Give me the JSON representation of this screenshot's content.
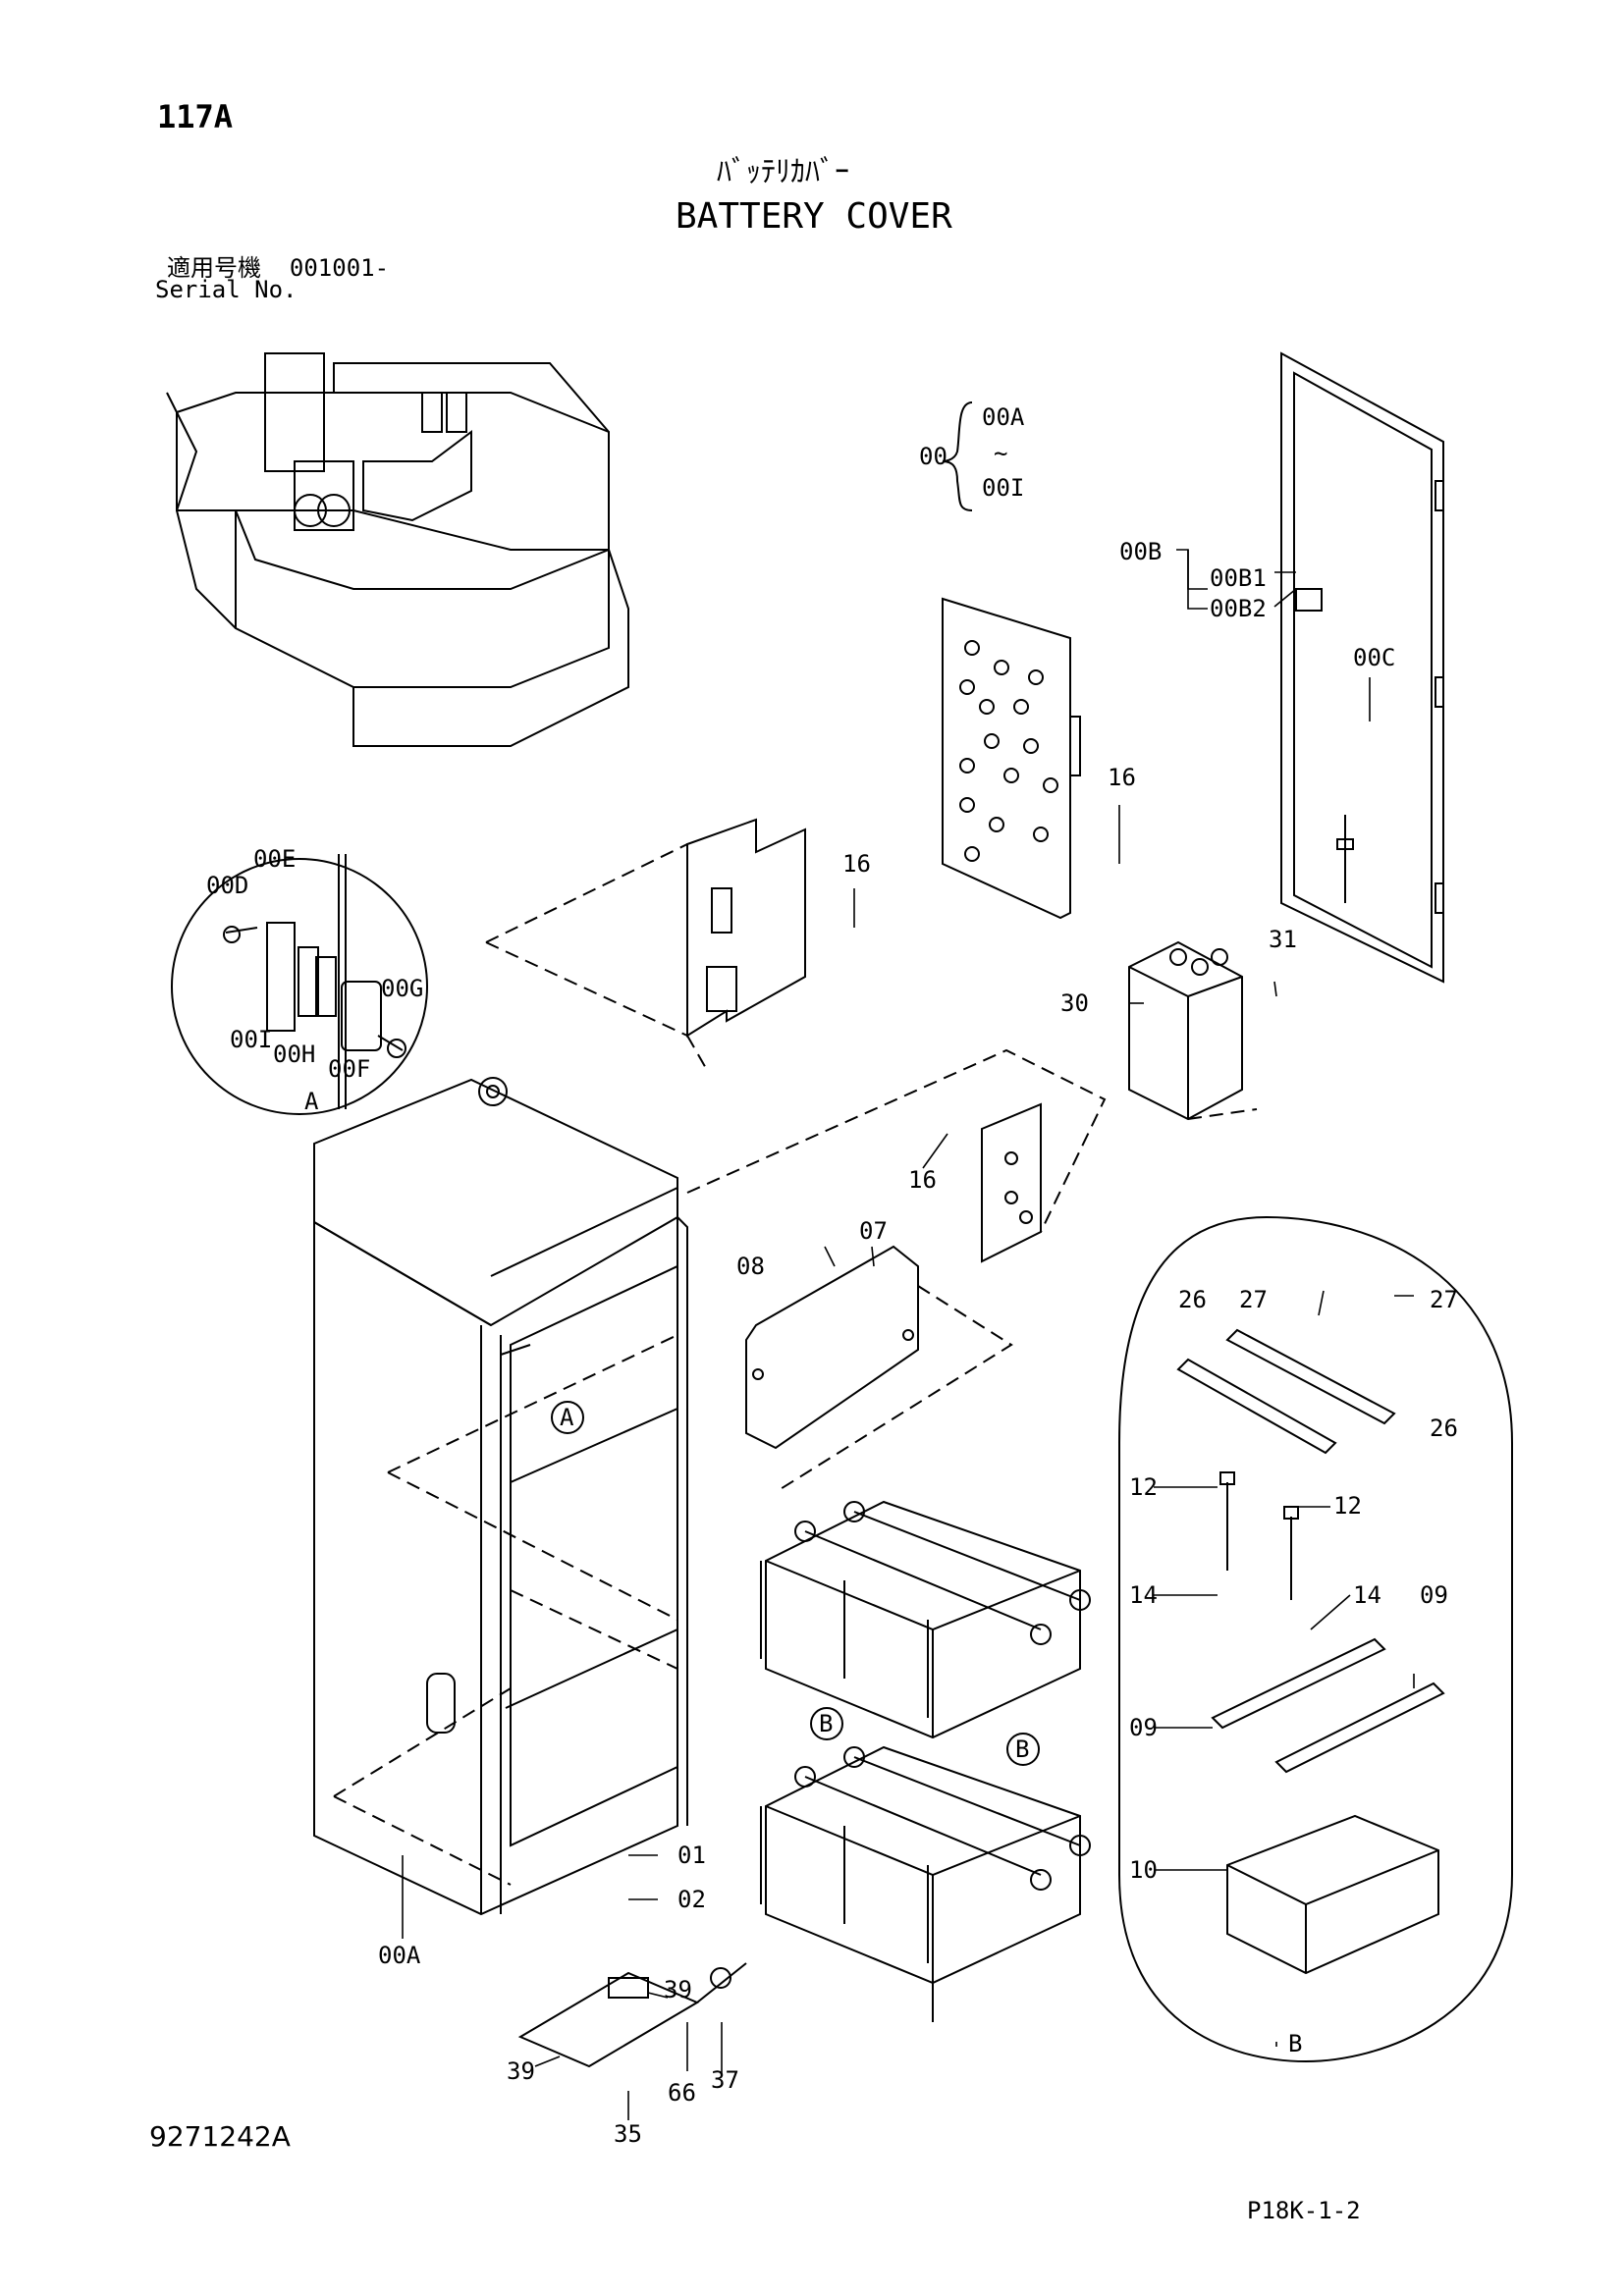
{
  "header": {
    "page_number": "117A",
    "title_jp": "ﾊﾞｯﾃﾘｶﾊﾞｰ",
    "title_en": "BATTERY COVER",
    "serial_label_jp": "適用号機",
    "serial_value": "001001-",
    "serial_label_en": "Serial No."
  },
  "footer": {
    "drawing_number": "9271242A",
    "page_code": "P18K-1-2"
  },
  "callouts": {
    "c00": "00",
    "c00A_range": "00A",
    "c00I_range": "00I",
    "c00B": "00B",
    "c00B1": "00B1",
    "c00B2": "00B2",
    "c00C": "00C",
    "c16a": "16",
    "c16b": "16",
    "c16c": "16",
    "c00E": "00E",
    "c00D": "00D",
    "c00G": "00G",
    "c00I": "00I",
    "c00H": "00H",
    "c00F": "00F",
    "cA_detail": "A",
    "c31": "31",
    "c30": "30",
    "c07": "07",
    "c08": "08",
    "cA_marker": "A",
    "c26a": "26",
    "c27a": "27",
    "c27b": "27",
    "c26b": "26",
    "c12a": "12",
    "c12b": "12",
    "c14a": "14",
    "c14b": "14",
    "c09a": "09",
    "c09b": "09",
    "c10": "10",
    "cB_detail": "B",
    "cB_marker1": "B",
    "cB_marker2": "B",
    "c01": "01",
    "c02": "02",
    "c00A": "00A",
    "c39a": "39",
    "c39b": "39",
    "c66": "66",
    "c37": "37",
    "c35": "35"
  }
}
